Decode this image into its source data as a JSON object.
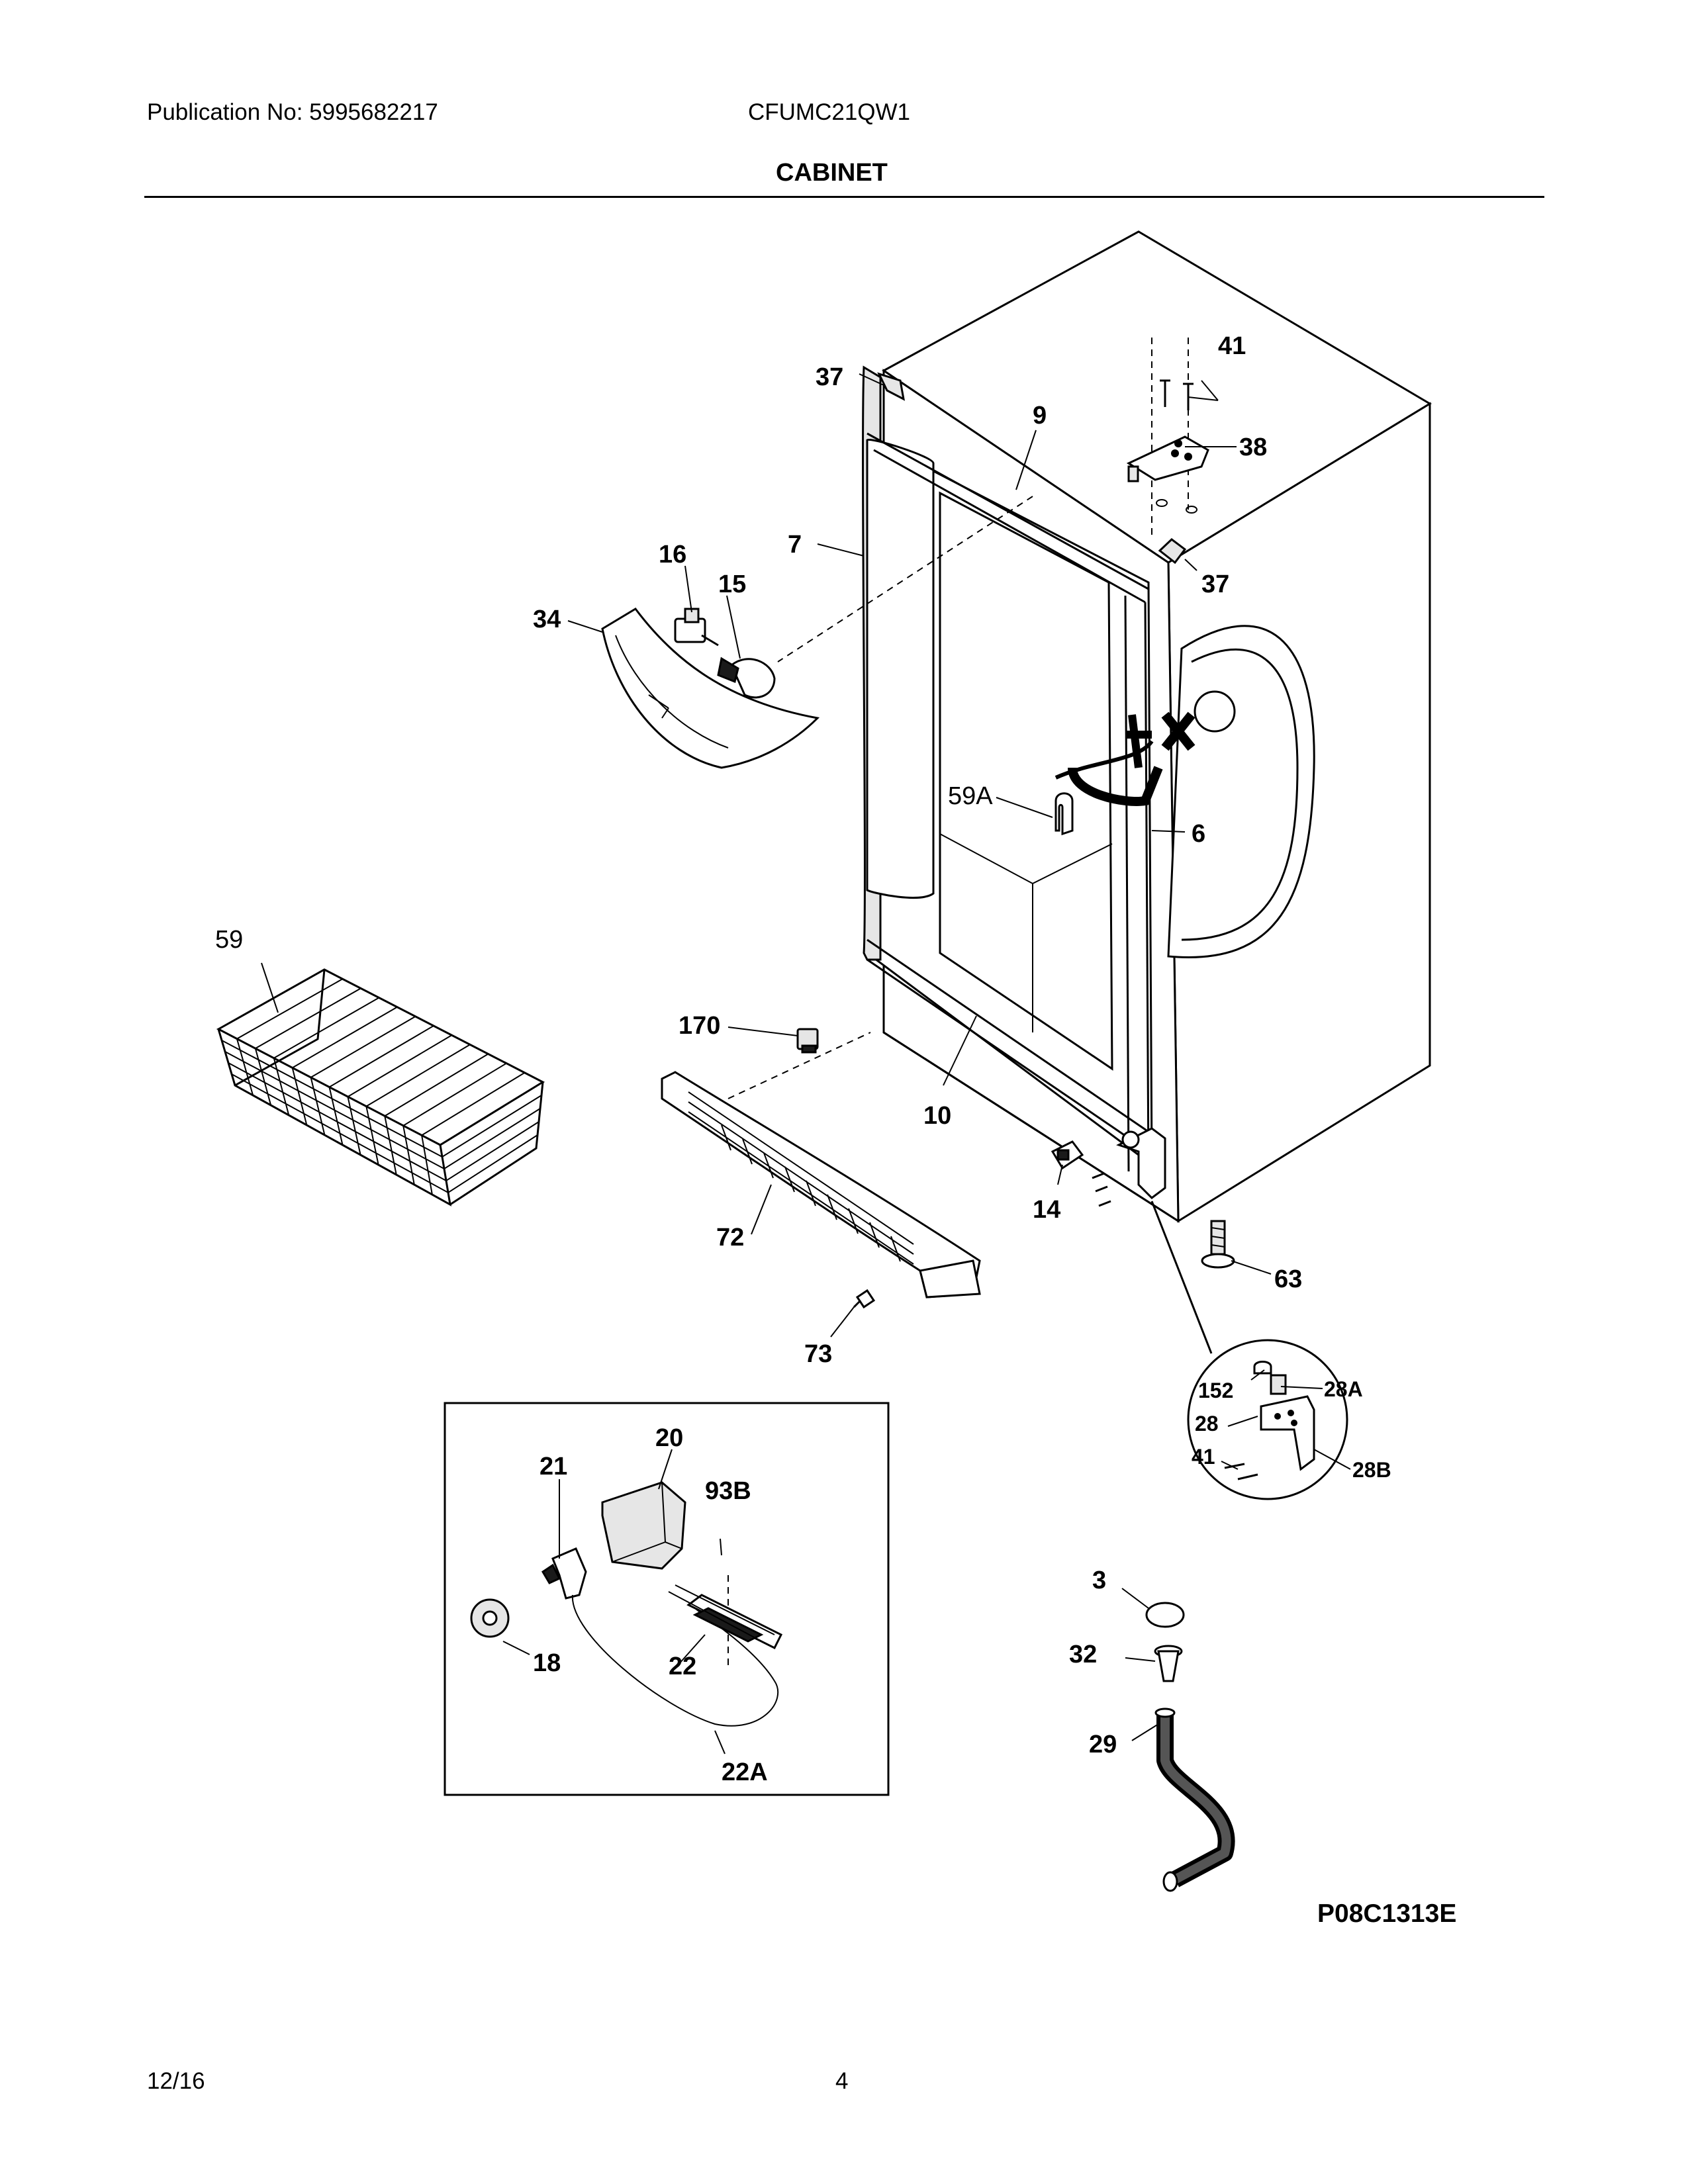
{
  "header": {
    "publication": "Publication No: 5995682217",
    "model": "CFUMC21QW1",
    "section_title": "CABINET"
  },
  "callouts": {
    "c3": "3",
    "c6": "6",
    "c7": "7",
    "c9": "9",
    "c10": "10",
    "c14": "14",
    "c15": "15",
    "c16": "16",
    "c18": "18",
    "c20": "20",
    "c21": "21",
    "c22": "22",
    "c22a": "22A",
    "c28": "28",
    "c28a": "28A",
    "c28b": "28B",
    "c29": "29",
    "c32": "32",
    "c34": "34",
    "c37a": "37",
    "c37b": "37",
    "c38": "38",
    "c41a": "41",
    "c41b": "41",
    "c59": "59",
    "c59a": "59A",
    "c63": "63",
    "c72": "72",
    "c73": "73",
    "c93b": "93B",
    "c152": "152",
    "c170": "170"
  },
  "figure_code": "P08C1313E",
  "footer": {
    "date": "12/16",
    "page": "4"
  }
}
